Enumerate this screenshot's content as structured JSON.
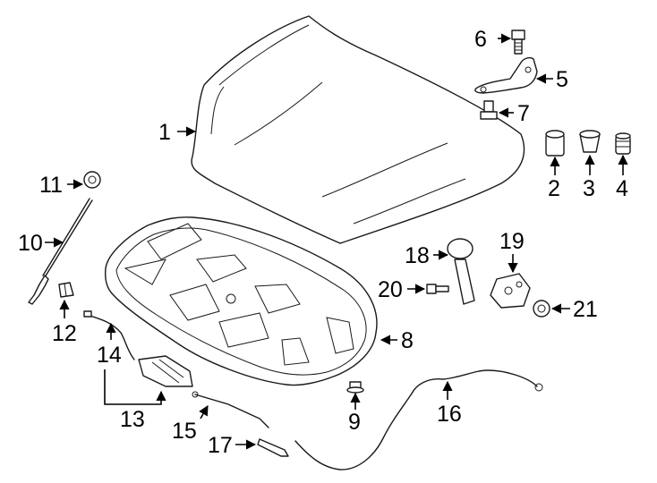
{
  "callouts": [
    {
      "id": "1",
      "label": "1"
    },
    {
      "id": "2",
      "label": "2"
    },
    {
      "id": "3",
      "label": "3"
    },
    {
      "id": "4",
      "label": "4"
    },
    {
      "id": "5",
      "label": "5"
    },
    {
      "id": "6",
      "label": "6"
    },
    {
      "id": "7",
      "label": "7"
    },
    {
      "id": "8",
      "label": "8"
    },
    {
      "id": "9",
      "label": "9"
    },
    {
      "id": "10",
      "label": "10"
    },
    {
      "id": "11",
      "label": "11"
    },
    {
      "id": "12",
      "label": "12"
    },
    {
      "id": "13",
      "label": "13"
    },
    {
      "id": "14",
      "label": "14"
    },
    {
      "id": "15",
      "label": "15"
    },
    {
      "id": "16",
      "label": "16"
    },
    {
      "id": "17",
      "label": "17"
    },
    {
      "id": "18",
      "label": "18"
    },
    {
      "id": "19",
      "label": "19"
    },
    {
      "id": "20",
      "label": "20"
    },
    {
      "id": "21",
      "label": "21"
    }
  ],
  "colors": {
    "line": "#1a1a1a",
    "background": "#ffffff"
  }
}
